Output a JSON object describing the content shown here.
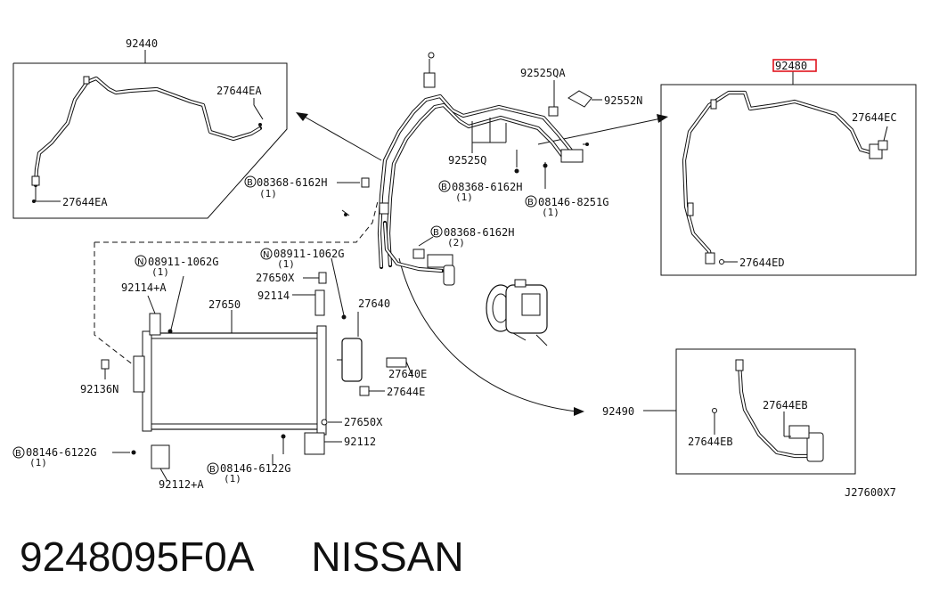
{
  "diagram": {
    "ref_code": "J27600X7",
    "highlight_part": "92480",
    "part_labels": {
      "p92440": "92440",
      "p27644EA_a": "27644EA",
      "p27644EA_b": "27644EA",
      "p92525QA": "92525QA",
      "p92552N": "92552N",
      "p92525Q": "92525Q",
      "p27644EC": "27644EC",
      "p27644ED": "27644ED",
      "p08368_a": "08368-6162H",
      "p08368_b": "08368-6162H",
      "p08368_c": "08368-6162H",
      "p08146_8251G": "08146-8251G",
      "p08911_a": "08911-1062G",
      "p08911_b": "08911-1062G",
      "p92114A": "92114+A",
      "p27650": "27650",
      "p27650X_a": "27650X",
      "p27650X_b": "27650X",
      "p92114": "92114",
      "p27640": "27640",
      "p27640E": "27640E",
      "p27644E": "27644E",
      "p92136N": "92136N",
      "p92490": "92490",
      "p27644EB_a": "27644EB",
      "p27644EB_b": "27644EB",
      "p08146_6122G_a": "08146-6122G",
      "p08146_6122G_b": "08146-6122G",
      "p92112A": "92112+A",
      "p92112": "92112"
    },
    "qty": {
      "q1": "(1)",
      "q2": "(1)",
      "q3": "(1)",
      "q4": "(2)",
      "q5": "(1)",
      "q6": "(1)",
      "q7": "(1)",
      "q8": "(1)"
    },
    "prefix_b": "B",
    "prefix_n": "N"
  },
  "caption": {
    "part_number": "9248095F0A",
    "brand": "NISSAN"
  }
}
